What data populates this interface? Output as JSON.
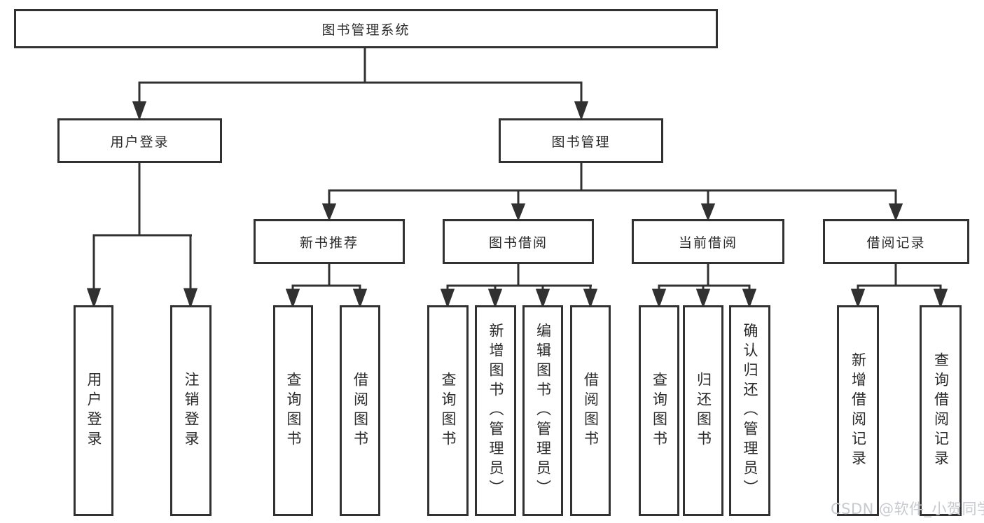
{
  "style": {
    "line_color": "#313131",
    "box_border_color": "#313131",
    "box_fill": "#ffffff",
    "text_color": "#2a2a2a",
    "watermark_color": "#c7cad0",
    "background": "#ffffff"
  },
  "nodes": {
    "root": {
      "label": "图书管理系统"
    },
    "level2": [
      {
        "label": "用户登录"
      },
      {
        "label": "图书管理"
      }
    ],
    "level3": [
      {
        "label": "新书推荐"
      },
      {
        "label": "图书借阅"
      },
      {
        "label": "当前借阅"
      },
      {
        "label": "借阅记录"
      }
    ],
    "leaves": {
      "user_login": [
        {
          "label": "用户登录"
        },
        {
          "label": "注销登录"
        }
      ],
      "new_book_rec": [
        {
          "label": "查询图书"
        },
        {
          "label": "借阅图书"
        }
      ],
      "book_borrow": [
        {
          "label": "查询图书"
        },
        {
          "label": "新增图书（管理员）"
        },
        {
          "label": "编辑图书（管理员）"
        },
        {
          "label": "借阅图书"
        }
      ],
      "current_borrow": [
        {
          "label": "查询图书"
        },
        {
          "label": "归还图书"
        },
        {
          "label": "确认归还（管理员）"
        }
      ],
      "borrow_record": [
        {
          "label": "新增借阅记录"
        },
        {
          "label": "查询借阅记录"
        }
      ]
    }
  },
  "watermark": {
    "text": "CSDN @软件_小贺同学"
  }
}
